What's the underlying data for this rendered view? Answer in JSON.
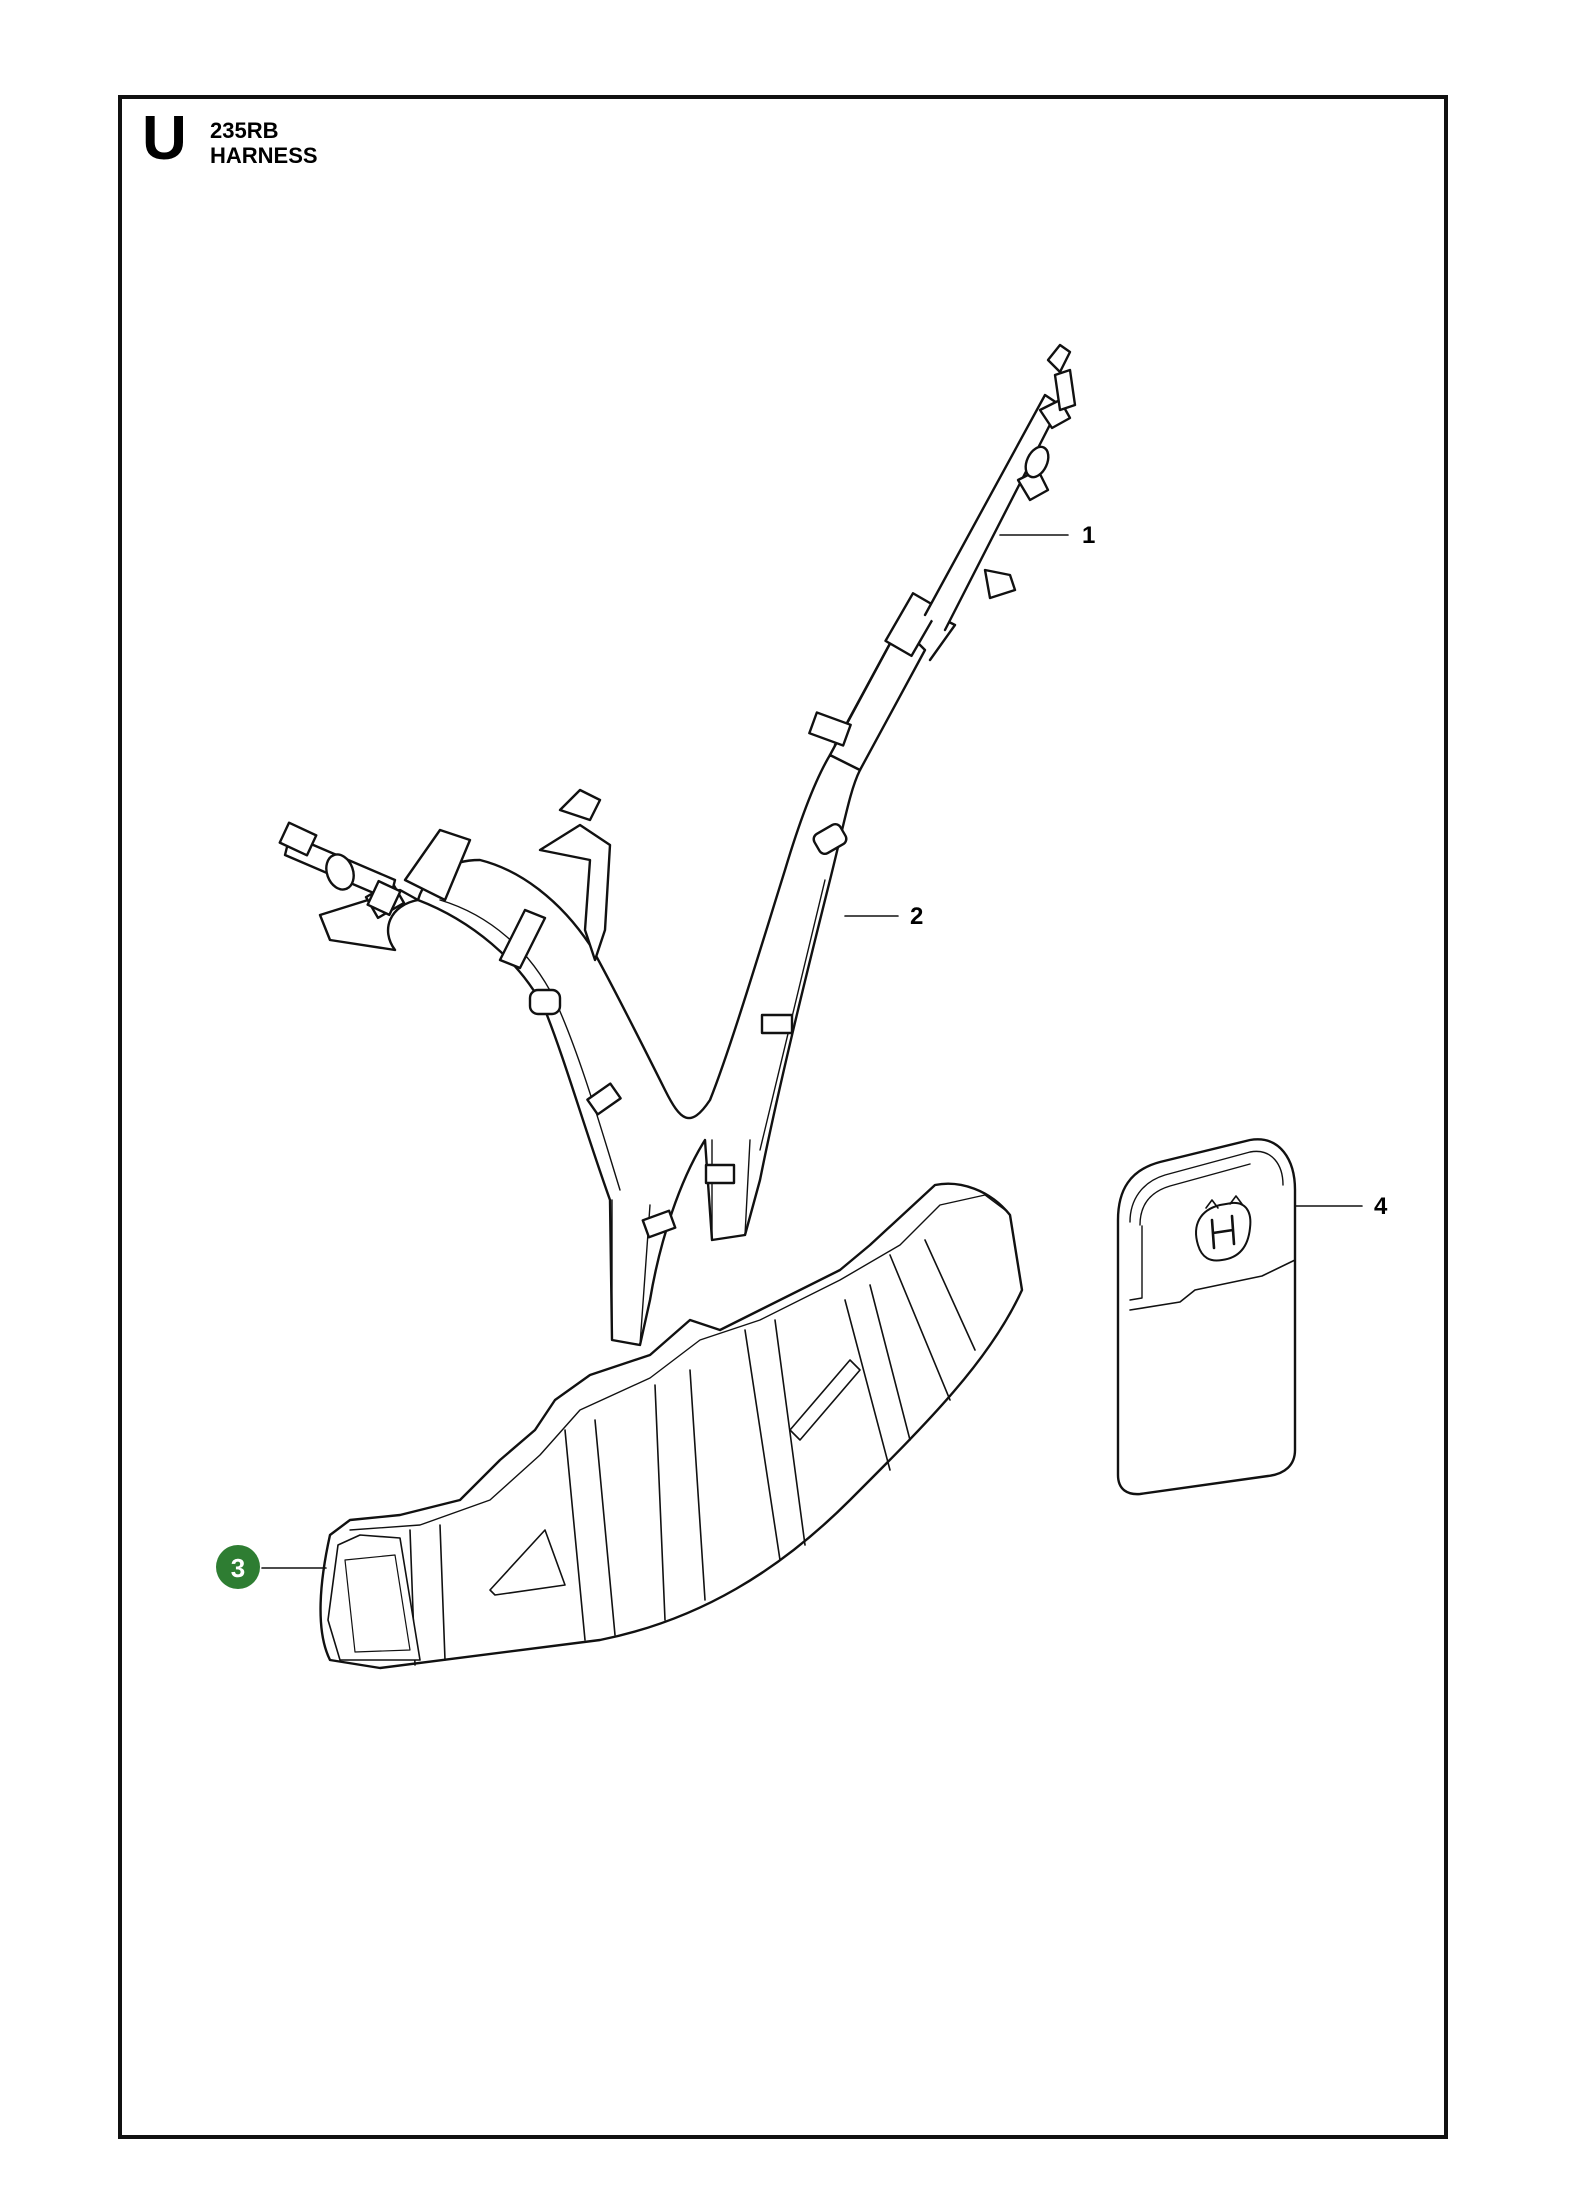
{
  "header": {
    "section_letter": "U",
    "model": "235RB",
    "title": "HARNESS"
  },
  "callouts": [
    {
      "id": "1",
      "label": "1",
      "highlighted": false
    },
    {
      "id": "2",
      "label": "2",
      "highlighted": false
    },
    {
      "id": "3",
      "label": "3",
      "highlighted": true
    },
    {
      "id": "4",
      "label": "4",
      "highlighted": false
    }
  ],
  "colors": {
    "highlight": "#2e7d32",
    "line": "#111111"
  }
}
